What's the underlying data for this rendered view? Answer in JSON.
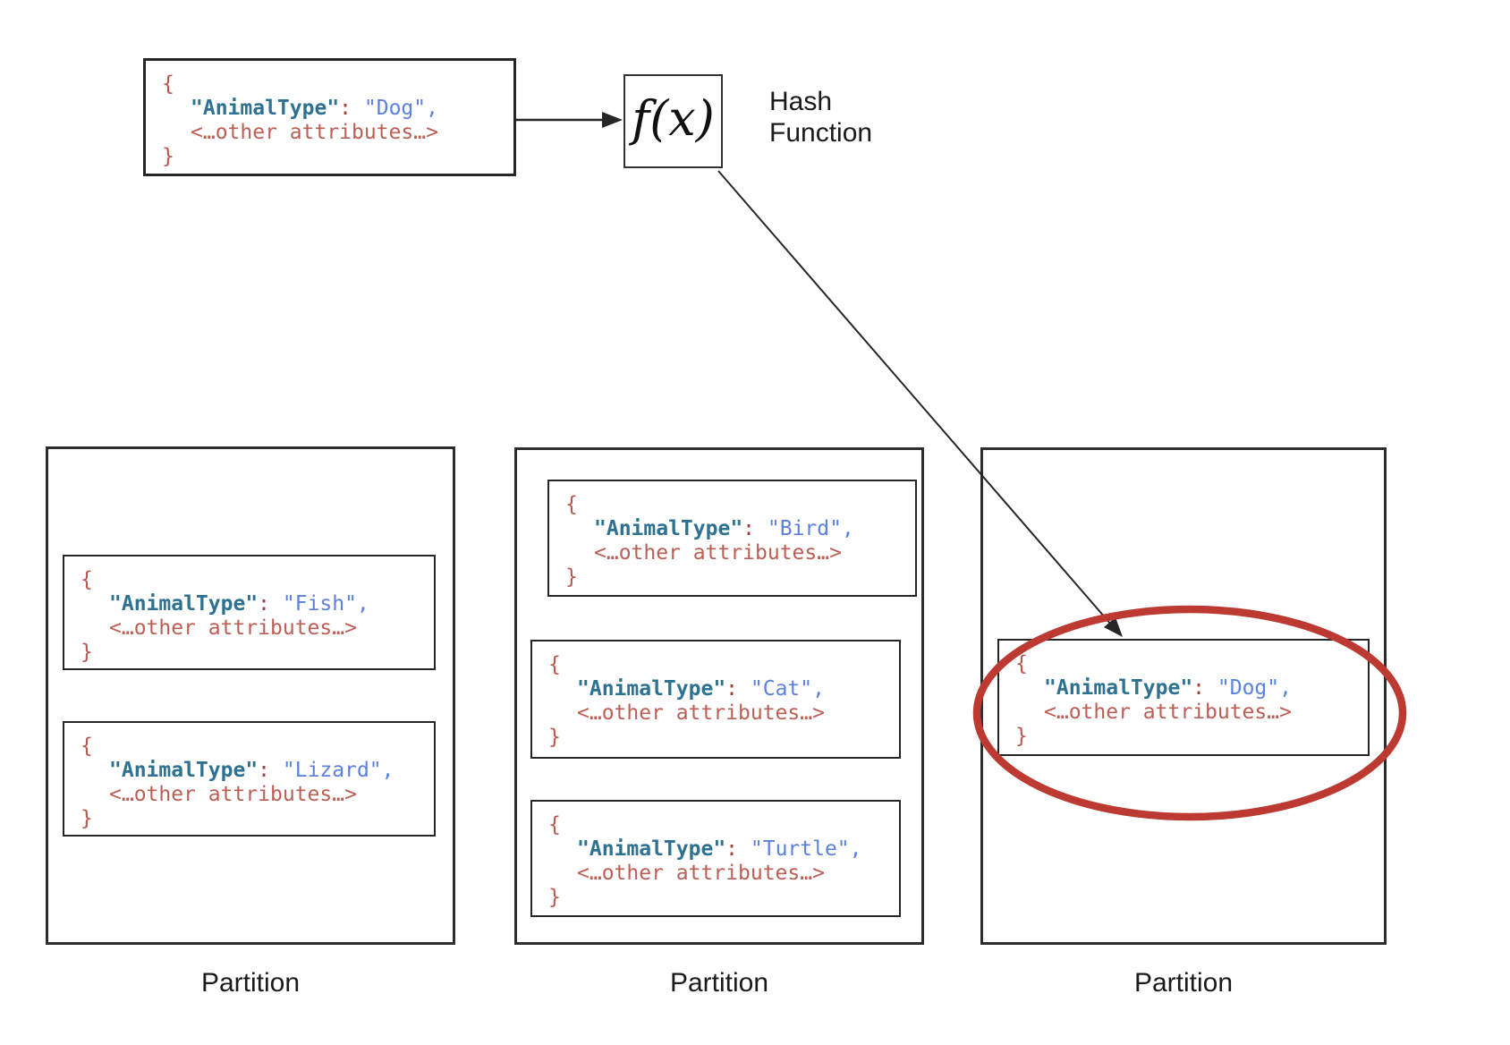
{
  "diagram_title": "hash-partitioning-diagram",
  "colors": {
    "box_border": "#2d2d2d",
    "json_key": "#2e7191",
    "json_value": "#5b80dd",
    "json_colon": "#a23f3a",
    "json_brace_attr": "#bc5e53",
    "highlight_ellipse": "#bd3a32",
    "label_text": "#1a1a1a",
    "arrow": "#262626"
  },
  "json_tokens": {
    "open_brace": "{",
    "close_brace": "}",
    "key": "\"AnimalType\"",
    "colon": ": ",
    "attributes_placeholder": "<…other attributes…>"
  },
  "source_record": {
    "value": "\"Dog\","
  },
  "hash_function": {
    "symbol": "f(x)",
    "label_line1": "Hash",
    "label_line2": "Function"
  },
  "partitions": [
    {
      "label": "Partition",
      "records": [
        {
          "value": "\"Fish\","
        },
        {
          "value": "\"Lizard\","
        }
      ]
    },
    {
      "label": "Partition",
      "records": [
        {
          "value": "\"Bird\","
        },
        {
          "value": "\"Cat\","
        },
        {
          "value": "\"Turtle\","
        }
      ]
    },
    {
      "label": "Partition",
      "records": [
        {
          "value": "\"Dog\","
        }
      ],
      "highlighted_record": "Dog"
    }
  ]
}
